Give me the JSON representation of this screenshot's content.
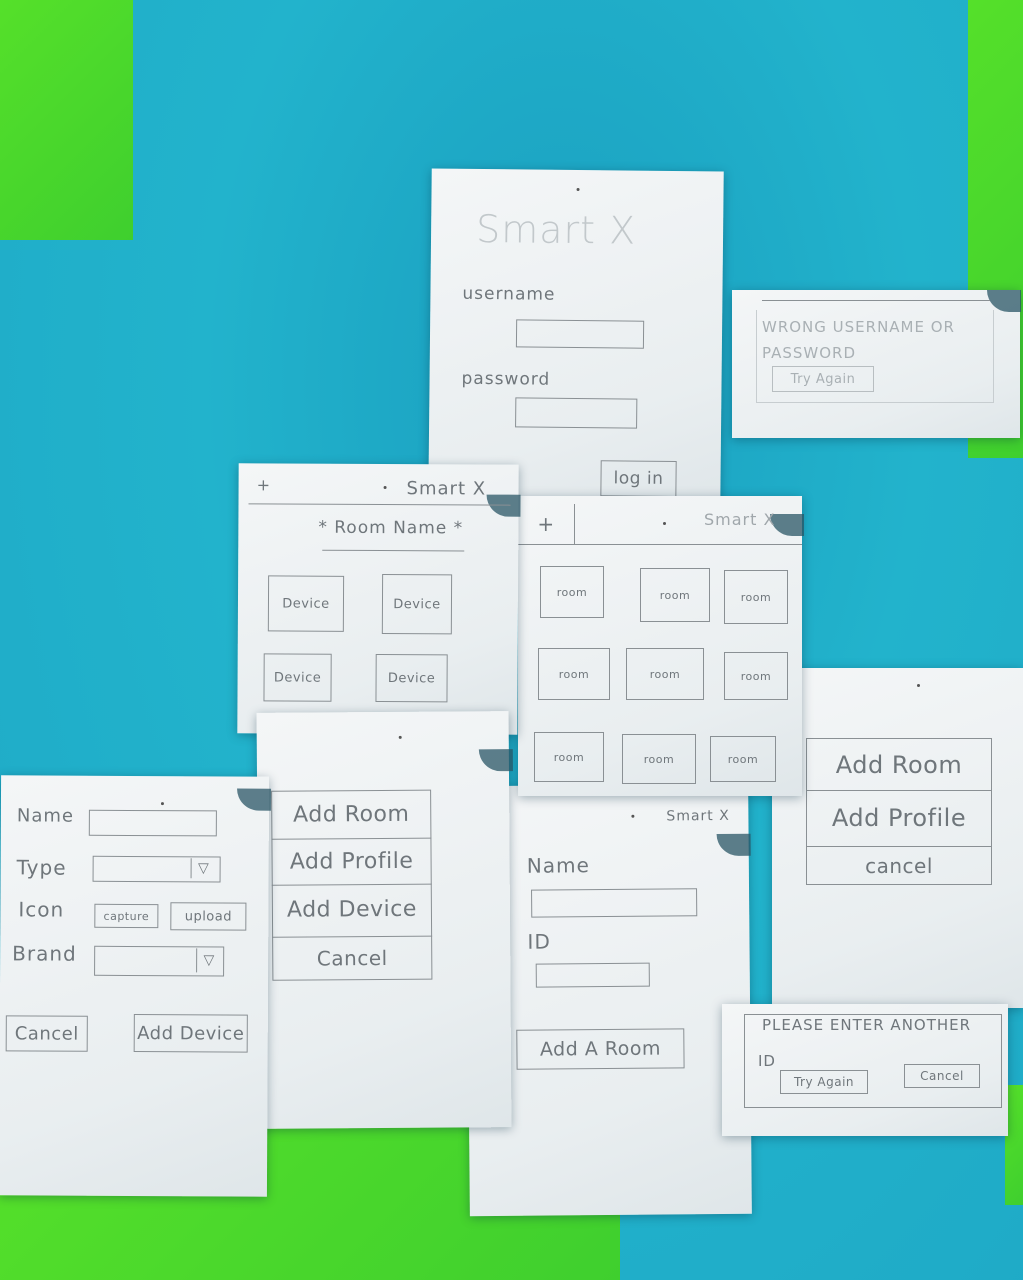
{
  "colors": {
    "background_blue": "#1ea9c6",
    "background_green": "#4fd82b",
    "paper": "#eef2f3",
    "pencil": "#6f767b"
  },
  "login": {
    "title": "Smart X",
    "username_label": "username",
    "password_label": "password",
    "login_button": "log in"
  },
  "error_login": {
    "message_line1": "WRONG USERNAME OR",
    "message_line2": "PASSWORD",
    "retry_button": "Try Again"
  },
  "room_screen": {
    "plus": "+",
    "title": "Smart X",
    "room_name": "* Room Name *",
    "devices": [
      "Device",
      "Device",
      "Device",
      "Device"
    ]
  },
  "rooms_screen": {
    "plus": "+",
    "title": "Smart X",
    "rooms": [
      "room",
      "room",
      "room",
      "room",
      "room",
      "room",
      "room",
      "room",
      "room"
    ]
  },
  "add_device_form": {
    "name_label": "Name",
    "type_label": "Type",
    "icon_label": "Icon",
    "capture_button": "capture",
    "upload_button": "upload",
    "brand_label": "Brand",
    "dropdown_icon": "▽",
    "cancel_button": "Cancel",
    "add_button": "Add Device"
  },
  "menu_room": {
    "items": [
      "Add Room",
      "Add Profile",
      "Add Device",
      "Cancel"
    ]
  },
  "add_room_form": {
    "title": "Smart X",
    "name_label": "Name",
    "id_label": "ID",
    "submit_button": "Add A Room"
  },
  "menu_home": {
    "items": [
      "Add Room",
      "Add Profile",
      "cancel"
    ]
  },
  "error_id": {
    "message_line1": "PLEASE ENTER ANOTHER",
    "message_line2": "ID",
    "retry_button": "Try Again",
    "cancel_button": "Cancel"
  }
}
